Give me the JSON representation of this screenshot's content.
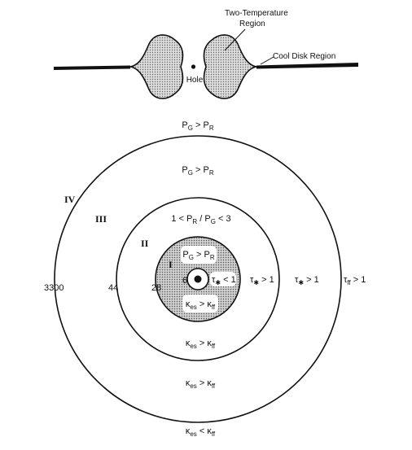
{
  "top": {
    "two_temp_label_1": "Two-Temperature",
    "two_temp_label_2": "Region",
    "cool_disk_label": "Cool Disk Region",
    "hole_label": "Hole"
  },
  "rings": {
    "outer_radius_label": "3300",
    "r44_label": "44",
    "r28_label": "28",
    "r6_label": "6"
  },
  "regions": {
    "region_iv": "IV",
    "region_iii": "III",
    "region_ii": "II",
    "region_i": "I",
    "outside_top": {
      "base": "P",
      "sub1": "G",
      "op": " > P",
      "sub2": "R"
    },
    "r3_top": {
      "base": "P",
      "sub1": "G",
      "op": " > P",
      "sub2": "R"
    },
    "r2_top": {
      "pre": "1 < P",
      "sub1": "R",
      "mid": " / P",
      "sub2": "G",
      "post": " < 3"
    },
    "r1_top": {
      "base": "P",
      "sub1": "G",
      "op": " > P",
      "sub2": "R"
    },
    "r1_tau": {
      "base": "τ",
      "sub": "✱",
      "op": " < 1"
    },
    "r1_kappa": {
      "base": "κ",
      "sub1": "es",
      "op": " > κ",
      "sub2": "ff"
    },
    "r2_tau": {
      "base": "τ",
      "sub": "✱",
      "op": " > 1"
    },
    "r3_tau": {
      "base": "τ",
      "sub": "✱",
      "op": " > 1"
    },
    "r4_tau": {
      "base": "τ",
      "sub": "ff",
      "op": " > 1"
    },
    "r2_kappa": {
      "base": "κ",
      "sub1": "es",
      "op": " > κ",
      "sub2": "ff"
    },
    "r3_kappa": {
      "base": "κ",
      "sub1": "es",
      "op": " > κ",
      "sub2": "ff"
    },
    "outside_kappa": {
      "base": "κ",
      "sub1": "es",
      "op": " < κ",
      "sub2": "ff"
    }
  }
}
